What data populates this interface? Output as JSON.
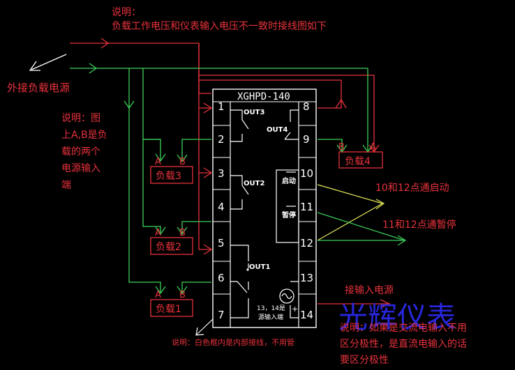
{
  "note_top_title": "说明：",
  "note_top_text": "负载工作电压和仪表输入电压不一致时接线图如下",
  "external_power_label": "外接负载电源",
  "note_left": [
    "说明：图",
    "上A,B是负",
    "载的两个",
    "电源输入",
    "端"
  ],
  "module": {
    "model": "XGHPD-140",
    "left_pins": [
      "1",
      "2",
      "3",
      "4",
      "5",
      "6",
      "7"
    ],
    "right_pins": [
      "8",
      "9",
      "10",
      "11",
      "12",
      "13",
      "14"
    ],
    "outputs": [
      "OUT3",
      "OUT2",
      "OUT1",
      "OUT4"
    ],
    "start_label": "启动",
    "pause_label": "暂停",
    "power_label_line1": "13，14是",
    "power_label_line2": "源输入端",
    "plus_sign": "+"
  },
  "loads": {
    "load3": "负载3",
    "load2": "负载2",
    "load1": "负载1",
    "load4": "负载4",
    "terminal_a": "A",
    "terminal_b": "B"
  },
  "note_start": "10和12点通启动",
  "note_pause": "11和12点通暂停",
  "power_input_label": "接输入电源",
  "watermark": "光辉仪表",
  "note_power_polarity": [
    "说明：如果是交流电输入不用",
    "区分极性，是直流电输入的话",
    "要区分极性"
  ],
  "note_bottom": "说明：白色框内是内部接线，不用管",
  "colors": {
    "red": "#e8323c",
    "green": "#3cd25a",
    "white": "#ffffff",
    "yellow": "#e6ea5a",
    "blue": "#2826d8"
  }
}
